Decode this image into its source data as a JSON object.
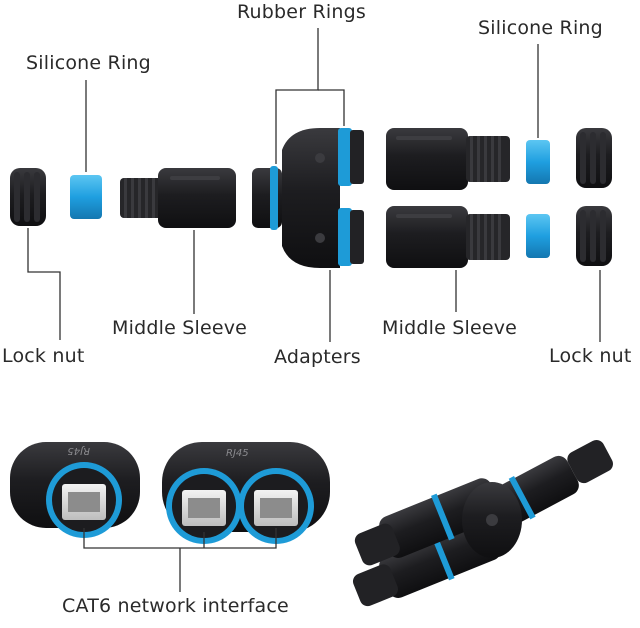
{
  "labels": {
    "rubber_rings": "Rubber Rings",
    "silicone_ring_left": "Silicone Ring",
    "silicone_ring_right": "Silicone Ring",
    "middle_sleeve_left": "Middle Sleeve",
    "middle_sleeve_right": "Middle Sleeve",
    "lock_nut_left": "Lock nut",
    "lock_nut_right": "Lock nut",
    "adapters": "Adapters",
    "cat6_interface": "CAT6 network interface"
  },
  "embossed": {
    "rj45": "RJ45"
  },
  "colors": {
    "body": "#1f1f22",
    "accent_blue": "#1e9bd7",
    "silicone": "#2aa7e6",
    "leader": "#333333"
  }
}
